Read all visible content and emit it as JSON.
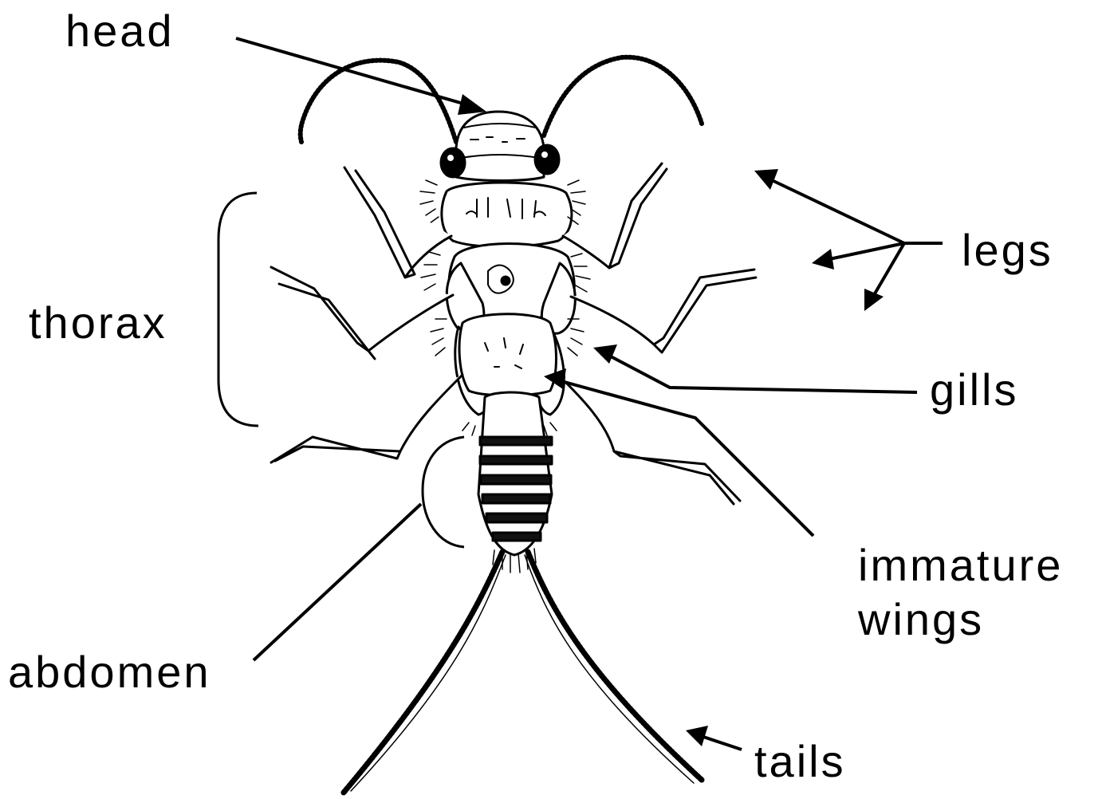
{
  "labels": {
    "head": "head",
    "thorax": "thorax",
    "legs": "legs",
    "gills": "gills",
    "immature_wings_line1": "immature",
    "immature_wings_line2": "wings",
    "abdomen": "abdomen",
    "tails": "tails"
  },
  "colors": {
    "ink": "#000000",
    "background": "#ffffff",
    "dark_band": "#111111",
    "light_band": "#ffffff"
  }
}
